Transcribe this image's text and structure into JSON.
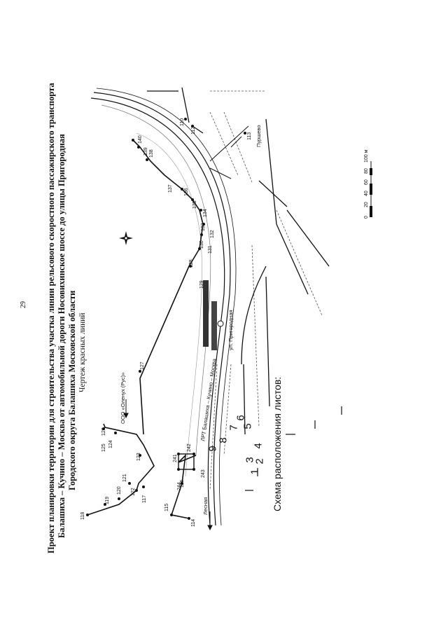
{
  "page_number": "29",
  "title": {
    "line1": "Проект планировки территории для строительства участка линии рельсового скоростного пассажирского транспорта",
    "line2": "Балашиха – Кучино – Москва от автомобильной дороги Носовихинское шоссе до улицы Пригородная",
    "line3": "Городского округа Балашиха Московской области"
  },
  "subtitle": "Чертеж красных линий",
  "sheet_scheme": {
    "label": "Схема расположения листов:",
    "sheets": [
      "1",
      "2",
      "3",
      "4",
      "5",
      "6",
      "7",
      "8",
      "9"
    ]
  },
  "map": {
    "points": [
      "114",
      "115",
      "116",
      "117",
      "118",
      "119",
      "120",
      "121",
      "122",
      "123",
      "124",
      "125",
      "126",
      "127",
      "128",
      "129",
      "130",
      "131",
      "132",
      "133",
      "134",
      "135",
      "136",
      "137",
      "138",
      "139",
      "140",
      "110",
      "112",
      "113",
      "241",
      "242",
      "243",
      "244"
    ],
    "labels": {
      "company": "ООО «Оленух (Рус)»",
      "rail_line": "ЛРТ Балашиха – Кучино – Москва",
      "street": "ул. Пригородная",
      "street2": "Пуршево",
      "street3": "Лесная"
    },
    "scale": {
      "ticks": [
        "0",
        "20",
        "40",
        "60",
        "80",
        "100 м"
      ]
    }
  }
}
